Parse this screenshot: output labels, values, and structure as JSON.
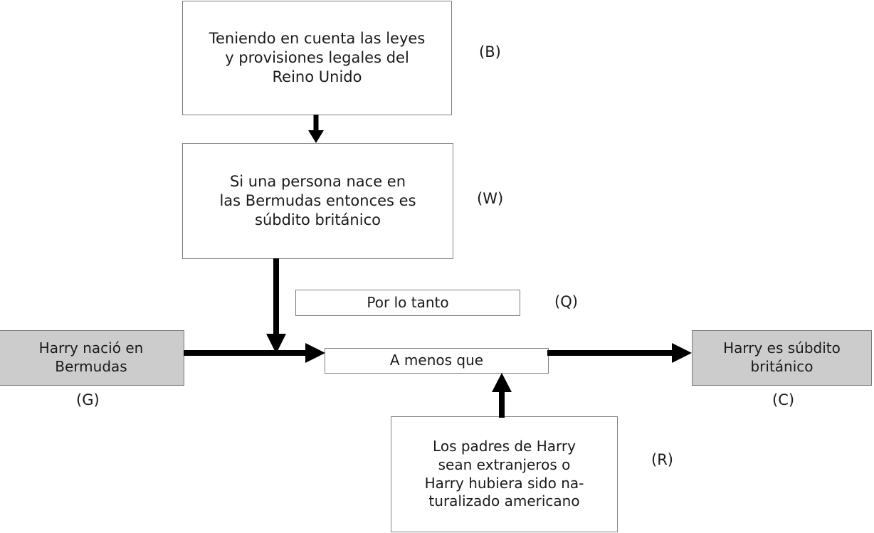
{
  "diagram": {
    "title": "Toulmin argument diagram (Spanish)",
    "colors": {
      "box_border": "#808080",
      "filled_box_background": "#cccccc",
      "filled_box_border": "#7a7a7a",
      "text": "#1a1a1a",
      "arrow": "#000000",
      "background": "#ffffff"
    },
    "nodes": [
      {
        "id": "B",
        "role": "backing",
        "tag": "(B)",
        "text": "Teniendo en cuenta las leyes\ny provisiones legales del\nReino Unido",
        "style": "plain"
      },
      {
        "id": "W",
        "role": "warrant",
        "tag": "(W)",
        "text": "Si una persona nace en\nlas Bermudas entonces es\nsúbdito británico",
        "style": "plain"
      },
      {
        "id": "Q",
        "role": "qualifier",
        "tag": "(Q)",
        "text": "Por lo tanto",
        "style": "plain"
      },
      {
        "id": "U",
        "role": "qualifier-modal",
        "tag": "",
        "text": "A menos que",
        "style": "plain"
      },
      {
        "id": "G",
        "role": "grounds",
        "tag": "(G)",
        "text": "Harry nació en\nBermudas",
        "style": "filled"
      },
      {
        "id": "C",
        "role": "claim",
        "tag": "(C)",
        "text": "Harry es súbdito\nbritánico",
        "style": "filled"
      },
      {
        "id": "R",
        "role": "rebuttal",
        "tag": "(R)",
        "text": "Los padres de Harry\nsean extranjeros o\nHarry hubiera sido na-\nturalizado americano",
        "style": "plain"
      }
    ],
    "edges": [
      {
        "id": "b-w",
        "from": "B",
        "to": "W",
        "direction": "down"
      },
      {
        "id": "w-u",
        "from": "W",
        "to": "U",
        "direction": "down"
      },
      {
        "id": "g-u",
        "from": "G",
        "to": "U",
        "direction": "right"
      },
      {
        "id": "u-c",
        "from": "U",
        "to": "C",
        "direction": "right"
      },
      {
        "id": "r-u",
        "from": "R",
        "to": "U",
        "direction": "up"
      }
    ]
  }
}
